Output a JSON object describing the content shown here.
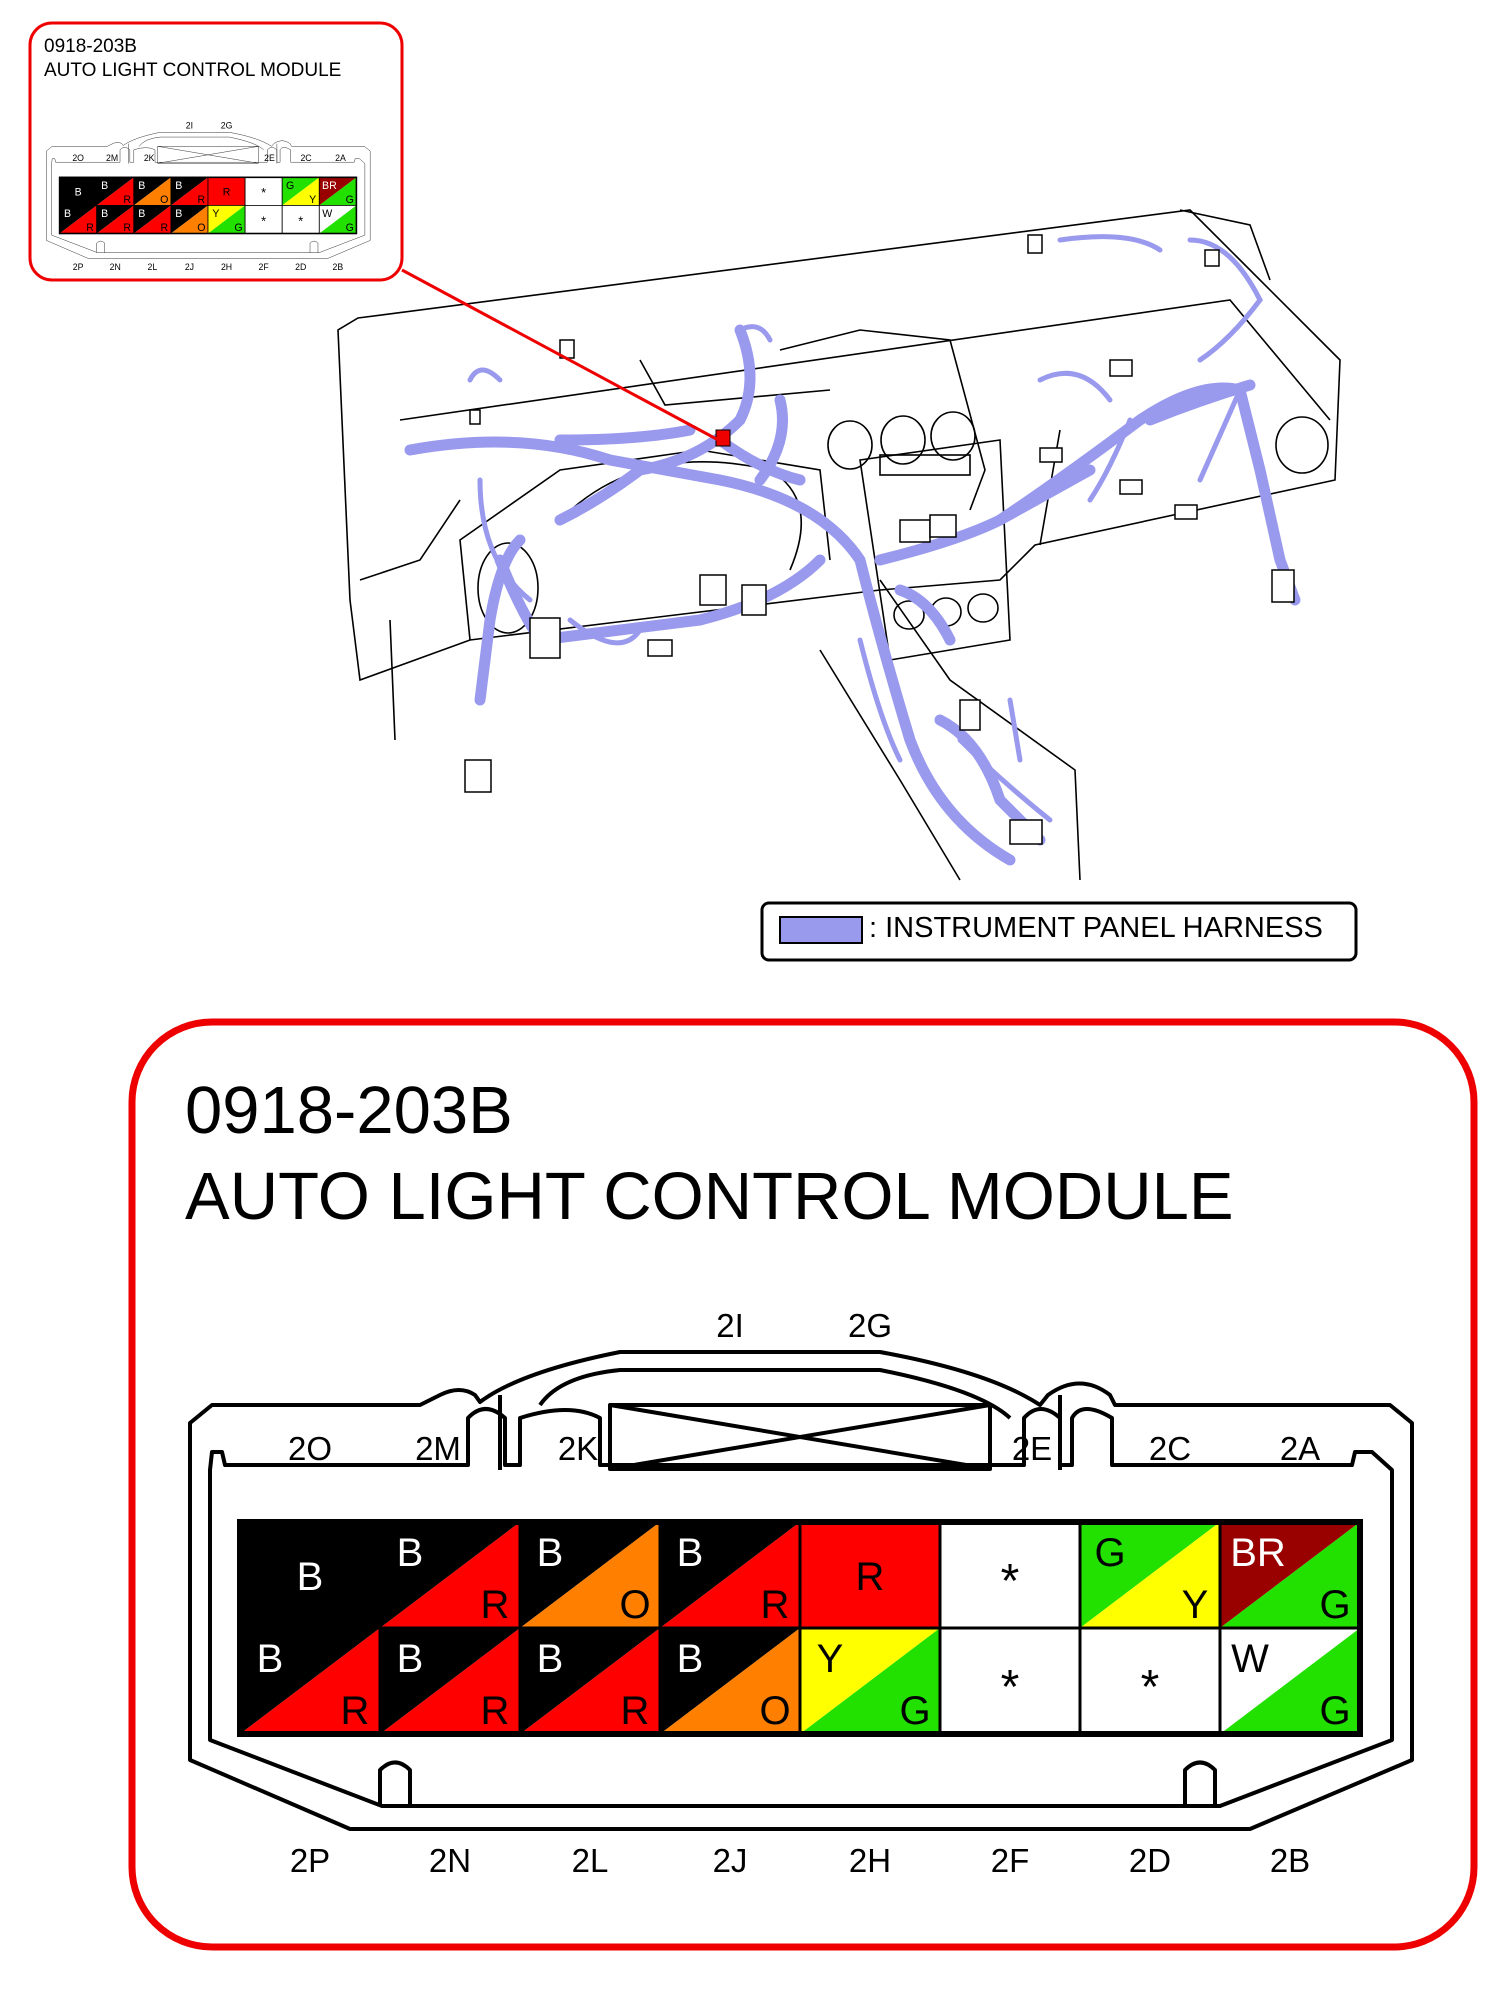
{
  "connector": {
    "id": "0918-203B",
    "name": "AUTO LIGHT CONTROL MODULE",
    "top_labels": [
      "2O",
      "2M",
      "2K",
      "2E",
      "2C",
      "2A"
    ],
    "upper_labels": [
      "2I",
      "2G"
    ],
    "bottom_labels": [
      "2P",
      "2N",
      "2L",
      "2J",
      "2H",
      "2F",
      "2D",
      "2B"
    ],
    "rows": [
      [
        {
          "primary": "B",
          "stripe": null
        },
        {
          "primary": "B",
          "stripe": "R"
        },
        {
          "primary": "B",
          "stripe": "O"
        },
        {
          "primary": "B",
          "stripe": "R"
        },
        {
          "primary": "R",
          "stripe": null
        },
        {
          "primary": "*",
          "stripe": null
        },
        {
          "primary": "G",
          "stripe": "Y"
        },
        {
          "primary": "BR",
          "stripe": "G"
        }
      ],
      [
        {
          "primary": "B",
          "stripe": "R"
        },
        {
          "primary": "B",
          "stripe": "R"
        },
        {
          "primary": "B",
          "stripe": "R"
        },
        {
          "primary": "B",
          "stripe": "O"
        },
        {
          "primary": "Y",
          "stripe": "G"
        },
        {
          "primary": "*",
          "stripe": null
        },
        {
          "primary": "*",
          "stripe": null
        },
        {
          "primary": "W",
          "stripe": "G"
        }
      ]
    ]
  },
  "legend": {
    "label": ": INSTRUMENT PANEL HARNESS",
    "color": "#9999ee"
  },
  "colors": {
    "B": "#000000",
    "R": "#ff0000",
    "O": "#ff8000",
    "Y": "#ffff00",
    "G": "#22e000",
    "W": "#ffffff",
    "BR": "#990000",
    "*": "#ffffff",
    "callout": "#ee0000",
    "harness": "#9999ee"
  }
}
